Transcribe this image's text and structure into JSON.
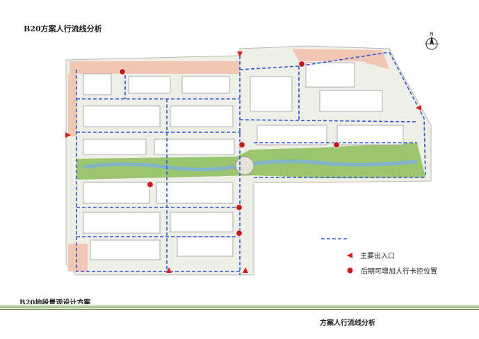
{
  "header": {
    "title": "B20方案人行流线分析"
  },
  "compass": {
    "label": "N"
  },
  "legend": {
    "walkway_label": "",
    "entrance_label": "主要出入口",
    "checkpoint_label": "后期可增加人行卡控位置"
  },
  "footer": {
    "project_title": "B20地段景观设计方案",
    "page_title": "方案人行流线分析"
  },
  "colors": {
    "walkway": "#2f57d6",
    "entrance": "#d81e1e",
    "checkpoint": "#c21a1a",
    "greenery": "#8dbd5a",
    "plaza": "#f2c6b4",
    "water": "#7fb3c9",
    "building_line": "#9a9a9a"
  }
}
